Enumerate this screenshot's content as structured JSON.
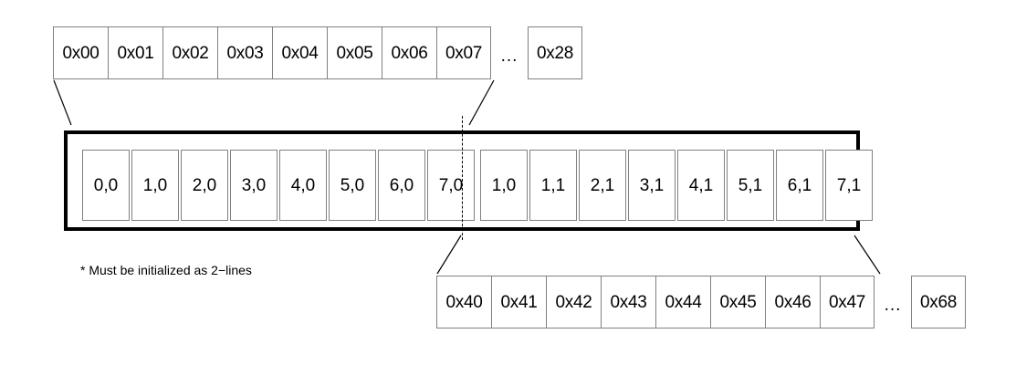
{
  "diagram": {
    "title_note": "* Must be initialized as 2−lines",
    "top_row": {
      "name": "line-0-addresses",
      "cells": [
        "0x00",
        "0x01",
        "0x02",
        "0x03",
        "0x04",
        "0x05",
        "0x06",
        "0x07"
      ],
      "ellipsis": "...",
      "tail_cell": "0x28"
    },
    "bottom_row": {
      "name": "line-1-addresses",
      "cells": [
        "0x40",
        "0x41",
        "0x42",
        "0x43",
        "0x44",
        "0x45",
        "0x46",
        "0x47"
      ],
      "ellipsis": "...",
      "tail_cell": "0x68"
    },
    "memory_box": {
      "name": "cache-buffer",
      "cells": [
        "0,0",
        "1,0",
        "2,0",
        "3,0",
        "4,0",
        "5,0",
        "6,0",
        "7,0",
        "1,0",
        "1,1",
        "2,1",
        "3,1",
        "4,1",
        "5,1",
        "6,1",
        "7,1"
      ],
      "split_after_index": 8
    },
    "colors": {
      "cell_border": "#808080",
      "box_border": "#000000",
      "background": "#ffffff",
      "text": "#000000"
    }
  }
}
